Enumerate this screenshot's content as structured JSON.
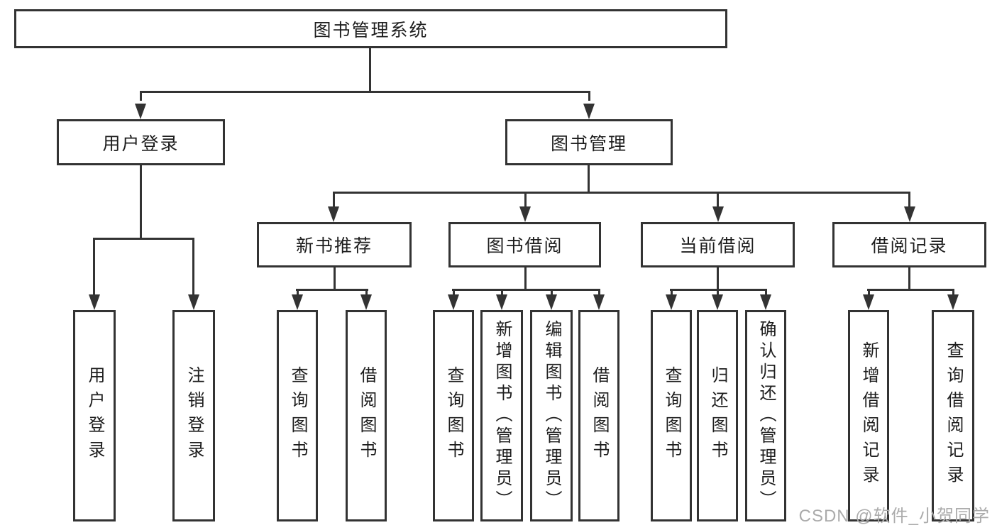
{
  "title": "图书管理系统",
  "diagram_type": "hierarchy-tree",
  "tree": {
    "root": {
      "label": "图书管理系统"
    },
    "branches": [
      {
        "label": "用户登录",
        "children": [
          {
            "label": "用户登录"
          },
          {
            "label": "注销登录"
          }
        ]
      },
      {
        "label": "图书管理",
        "children": [
          {
            "label": "新书推荐",
            "children": [
              {
                "label": "查询图书"
              },
              {
                "label": "借阅图书"
              }
            ]
          },
          {
            "label": "图书借阅",
            "children": [
              {
                "label": "查询图书"
              },
              {
                "label": "新增图书（管理员）"
              },
              {
                "label": "编辑图书（管理员）"
              },
              {
                "label": "借阅图书"
              }
            ]
          },
          {
            "label": "当前借阅",
            "children": [
              {
                "label": "查询图书"
              },
              {
                "label": "归还图书"
              },
              {
                "label": "确认归还（管理员）"
              }
            ]
          },
          {
            "label": "借阅记录",
            "children": [
              {
                "label": "新增借阅记录"
              },
              {
                "label": "查询借阅记录"
              }
            ]
          }
        ]
      }
    ]
  },
  "watermark": {
    "text": "CSDN @软件_小贺同学"
  },
  "colors": {
    "line": "#333333",
    "text": "#1d1d1d",
    "watermark": "#ababab",
    "background": "#ffffff"
  }
}
